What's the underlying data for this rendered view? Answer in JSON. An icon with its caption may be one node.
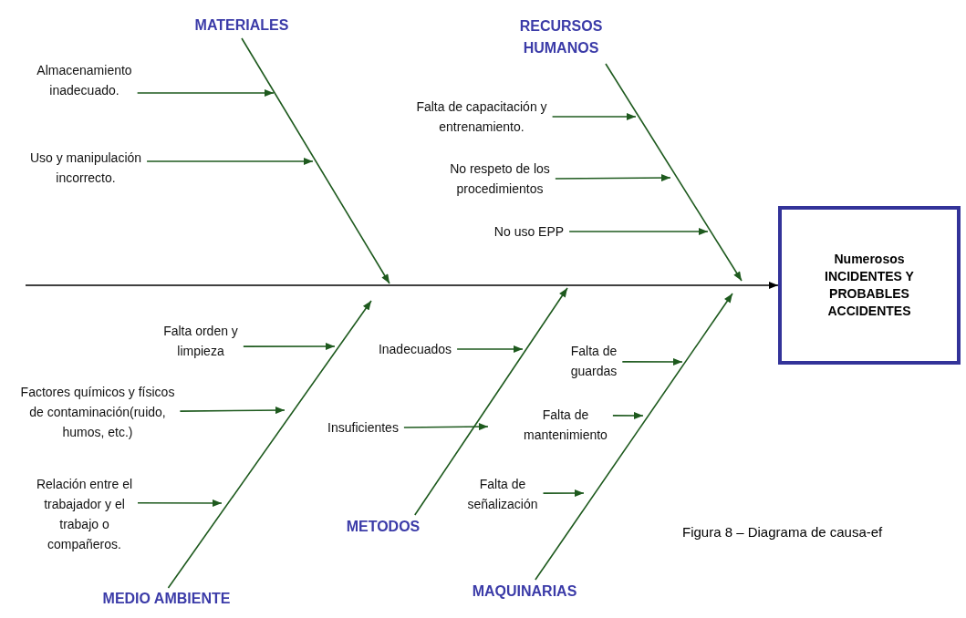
{
  "diagram": {
    "caption": "Figura 8 – Diagrama de causa-ef",
    "nodes": [
      {
        "text": [
          "MATERIALES"
        ]
      },
      {
        "text": [
          "RECURSOS HUMANOS"
        ]
      },
      {
        "text": [
          "Almacenamiento inadecuado."
        ]
      },
      {
        "text": [
          "Uso y manipulación incorrecto."
        ]
      },
      {
        "text": [
          "Falta de capacitación y entrenamiento."
        ]
      },
      {
        "text": [
          "No respeto de los procedimientos"
        ]
      },
      {
        "text": [
          "No uso EPP"
        ]
      },
      {
        "text": [
          "Numerosos INCIDENTES Y PROBABLES ACCIDENTES"
        ]
      },
      {
        "text": [
          "Falta orden y limpieza"
        ]
      },
      {
        "text": [
          "Inadecuados"
        ]
      },
      {
        "text": [
          "Falta de guardas"
        ]
      },
      {
        "text": [
          "Factores químicos y físicos de contaminación(ruido, humos, etc.)"
        ]
      },
      {
        "text": [
          "Insuficientes"
        ]
      },
      {
        "text": [
          "Falta de mantenimiento"
        ]
      },
      {
        "text": [
          "Relación entre el trabajador y el trabajo o compañeros."
        ]
      },
      {
        "text": [
          "Falta de señalización"
        ]
      },
      {
        "text": [
          "METODOS"
        ]
      },
      {
        "text": [
          "MEDIO AMBIENTE"
        ]
      },
      {
        "text": [
          "MAQUINARIAS"
        ]
      }
    ],
    "edges": [
      {
        "from": 0,
        "to": null,
        "arrow": "to"
      },
      {
        "from": 2,
        "to": null,
        "arrow": "to"
      },
      {
        "from": 3,
        "to": null,
        "arrow": "to"
      },
      {
        "from": 1,
        "to": null,
        "arrow": "to"
      },
      {
        "from": 4,
        "to": null,
        "arrow": "to"
      },
      {
        "from": 5,
        "to": null,
        "arrow": "to"
      },
      {
        "from": 6,
        "to": null,
        "arrow": "to"
      },
      {
        "from": null,
        "to": 7,
        "arrow": "to",
        "color": "#000000"
      },
      {
        "from": 17,
        "to": null,
        "arrow": "to"
      },
      {
        "from": 8,
        "to": null,
        "arrow": "to"
      },
      {
        "from": 11,
        "to": null,
        "arrow": "to"
      },
      {
        "from": 14,
        "to": null,
        "arrow": "to"
      },
      {
        "from": 16,
        "to": null,
        "arrow": "to"
      },
      {
        "from": 9,
        "to": null,
        "arrow": "to"
      },
      {
        "from": 12,
        "to": null,
        "arrow": "to"
      },
      {
        "from": 18,
        "to": null,
        "arrow": "to"
      },
      {
        "from": 10,
        "to": null,
        "arrow": "to"
      },
      {
        "from": 13,
        "to": null,
        "arrow": "to"
      },
      {
        "from": 15,
        "to": null,
        "arrow": "to"
      }
    ]
  }
}
